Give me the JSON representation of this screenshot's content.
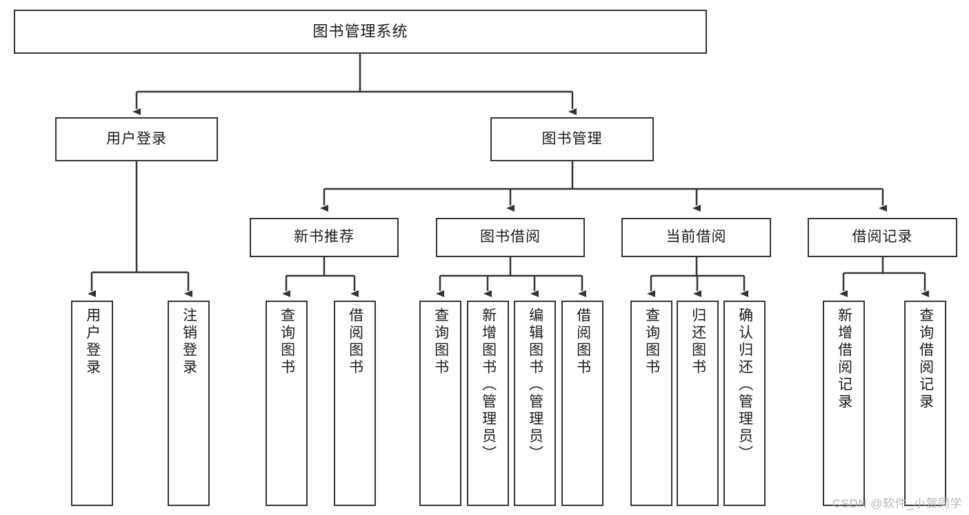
{
  "diagram": {
    "title": "图书管理系统",
    "type": "hierarchy-tree",
    "watermark": "CSDN @软件_小贺同学",
    "colors": {
      "box_border": "#333333",
      "box_fill": "#ffffff",
      "connector": "#333333",
      "text": "#1a1a1a",
      "watermark": "#b8b8b8"
    },
    "root": {
      "label": "图书管理系统"
    },
    "level1": [
      {
        "label": "用户登录"
      },
      {
        "label": "图书管理"
      }
    ],
    "level2": [
      {
        "label": "新书推荐"
      },
      {
        "label": "图书借阅"
      },
      {
        "label": "当前借阅"
      },
      {
        "label": "借阅记录"
      }
    ],
    "leaves": {
      "user_login": [
        {
          "label": "用户登录"
        },
        {
          "label": "注销登录"
        }
      ],
      "new_book_recommend": [
        {
          "label": "查询图书"
        },
        {
          "label": "借阅图书"
        }
      ],
      "book_borrow": [
        {
          "label": "查询图书"
        },
        {
          "label": "新增图书（管理员）"
        },
        {
          "label": "编辑图书（管理员）"
        },
        {
          "label": "借阅图书"
        }
      ],
      "current_borrow": [
        {
          "label": "查询图书"
        },
        {
          "label": "归还图书"
        },
        {
          "label": "确认归还（管理员）"
        }
      ],
      "borrow_record": [
        {
          "label": "新增借阅记录"
        },
        {
          "label": "查询借阅记录"
        }
      ]
    }
  }
}
